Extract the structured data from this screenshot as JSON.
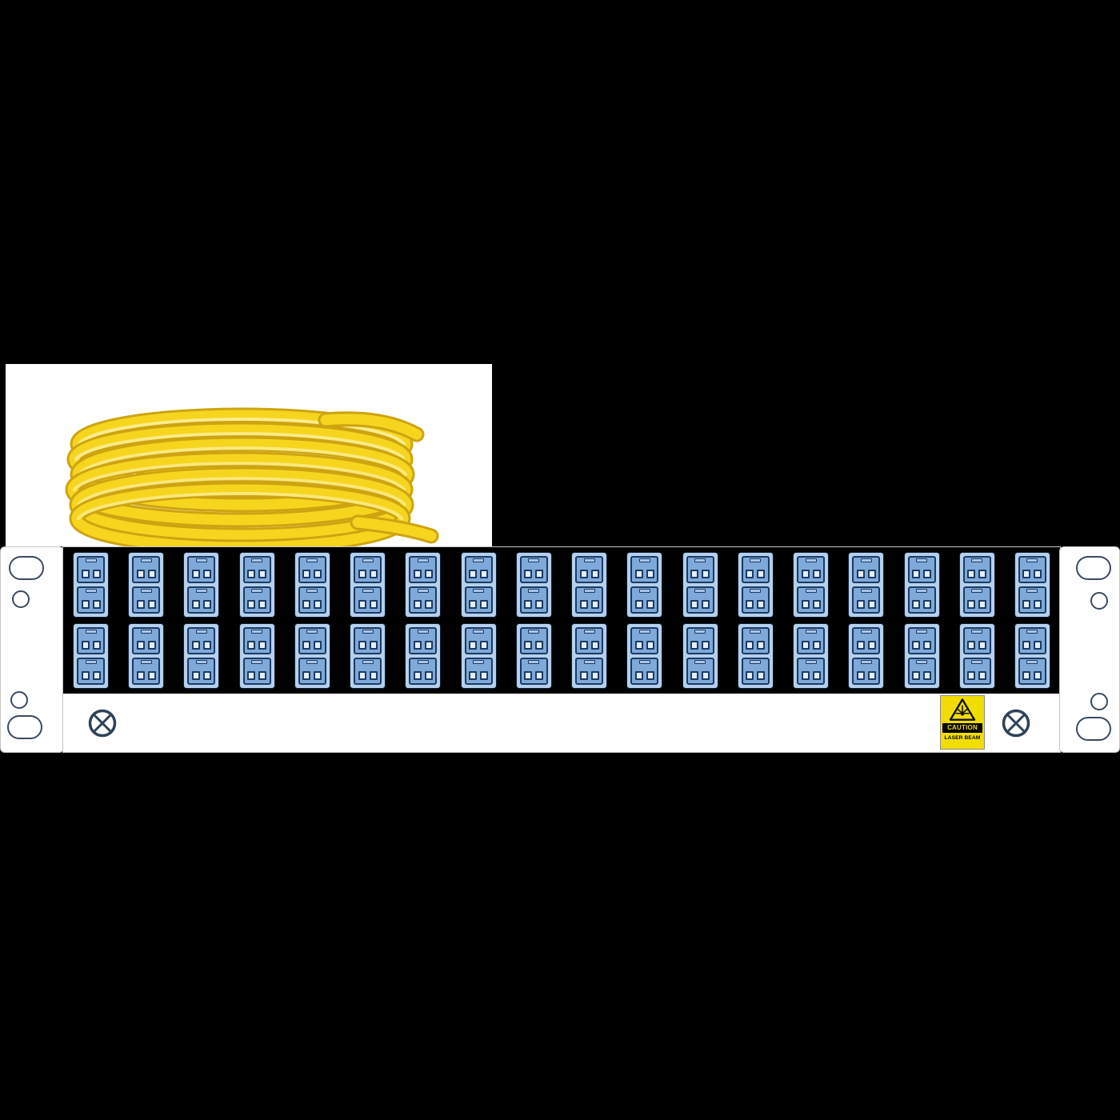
{
  "scene": {
    "background_color": "#000000",
    "description": "Fiber optic LC patch panel with coiled yellow single-mode cable"
  },
  "cable_photo": {
    "background_color": "#ffffff",
    "cable_color": "#f6d51f",
    "cable_shadow_color": "#cda410",
    "cable_highlight_color": "#fdf0a0"
  },
  "panel": {
    "faceplate_color": "#ffffff",
    "field_color": "#000000",
    "ports": {
      "rows": 2,
      "columns": 18,
      "units_per_block": 2,
      "ferrules_per_unit": 2
    },
    "colors": {
      "block": "#b5d0ed",
      "connector": "#7fa9d9",
      "outline": "#1c3a63",
      "ferrule": "#e4eefa",
      "latch": "#a9c6e8",
      "ground_symbol": "#2e4257"
    },
    "caution_label": {
      "background": "#f2dd00",
      "line1": "CAUTION",
      "line2": "LASER BEAM"
    }
  }
}
